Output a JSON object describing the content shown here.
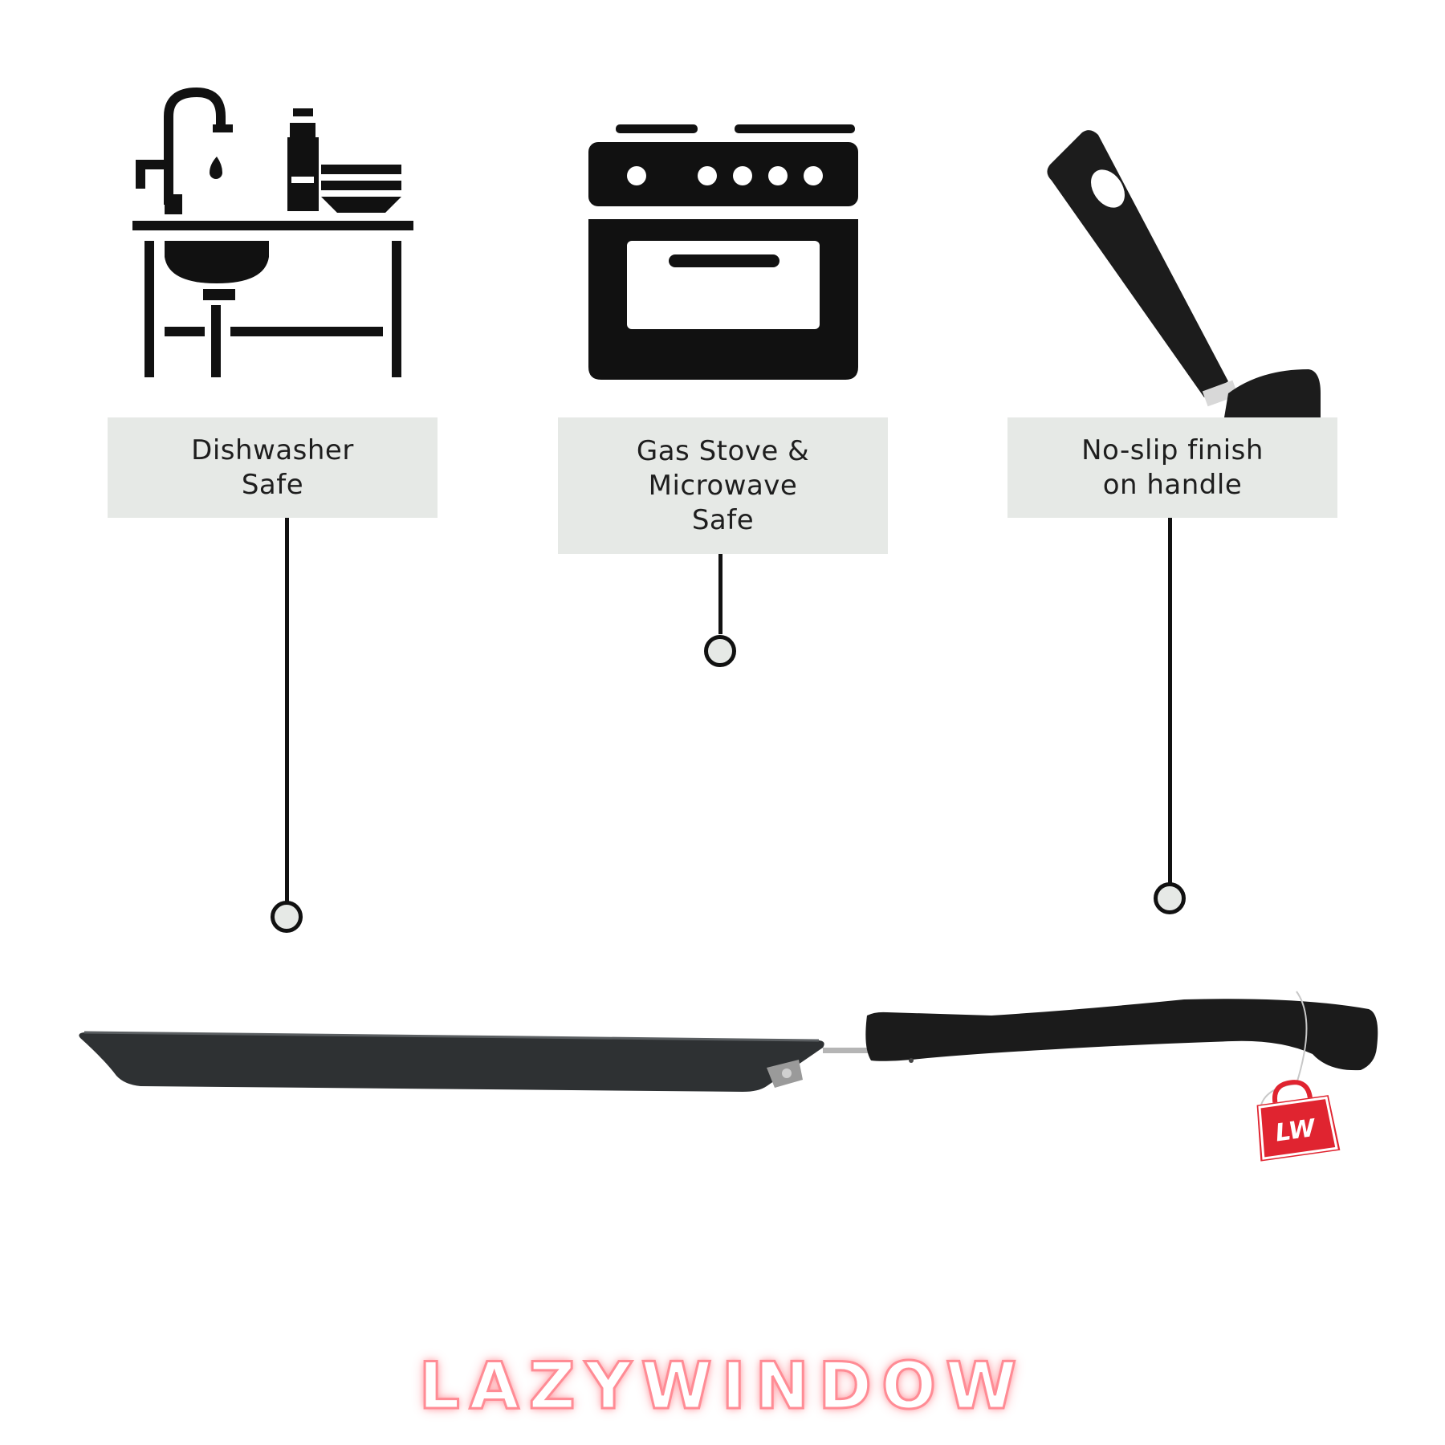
{
  "features": [
    {
      "icon": "sink-dishes-icon",
      "lines": [
        "Dishwasher",
        "Safe"
      ]
    },
    {
      "icon": "gas-stove-oven-icon",
      "lines": [
        "Gas Stove &",
        "Microwave",
        "Safe"
      ]
    },
    {
      "icon": "pan-handle-icon",
      "lines": [
        "No-slip finish",
        "on handle"
      ]
    }
  ],
  "product": {
    "icon": "tawa-pan-icon"
  },
  "tag": {
    "icon": "shopping-bag-tag-icon",
    "logo_text": "LW"
  },
  "brand": {
    "name": "LAZYWINDOW"
  },
  "colors": {
    "label_bg": "#e6e9e6",
    "line": "#111111",
    "brand_glow": "#ff8c95",
    "tag_red": "#e02430"
  }
}
